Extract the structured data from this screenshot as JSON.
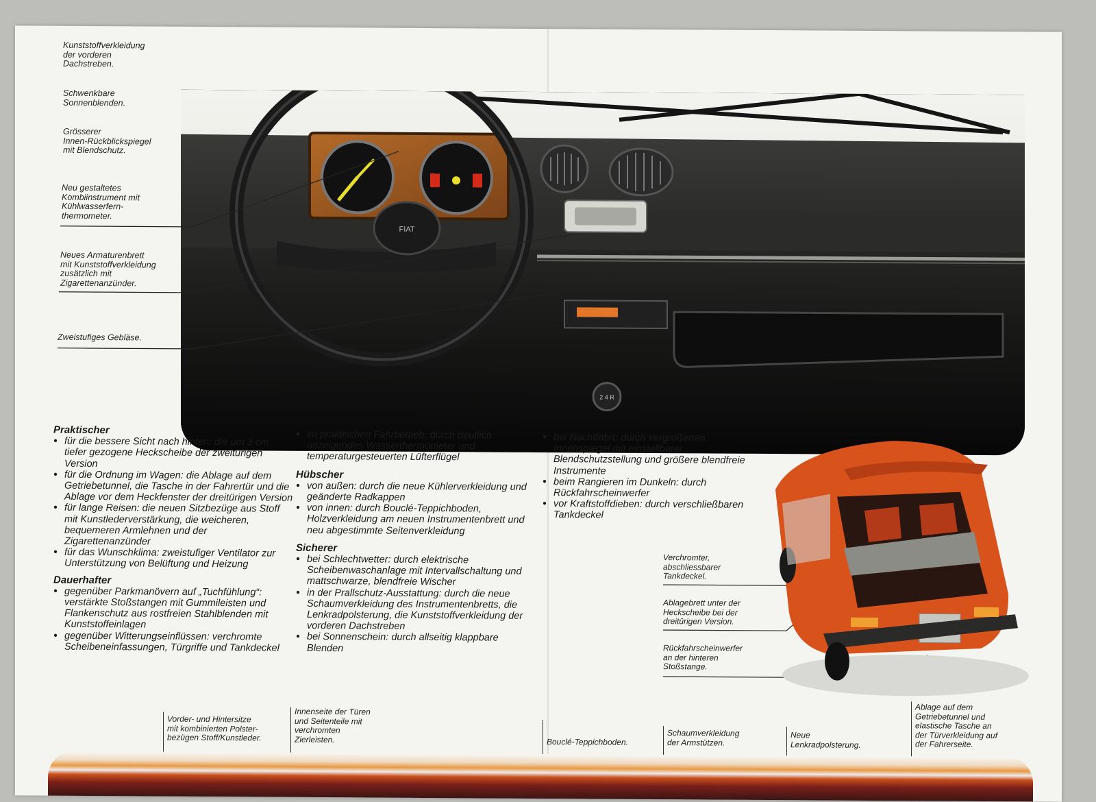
{
  "left_labels": [
    "Kunststoffverkleidung\nder vorderen\nDachstreben.",
    "Schwenkbare\nSonnenblenden.",
    "Grösserer\nInnen-Rückblickspiegel\nmit Blendschutz.",
    "Neu gestaltetes\nKombiinstrument mit\nKühlwasserfern-\nthermometer.",
    "Neues Armaturenbrett\nmit Kunststoffverkleidung\nzusätzlich mit\nZigarettenanzünder.",
    "Zweistufiges Gebläse."
  ],
  "steering_badge": "FIAT",
  "gear_knob": "2 4 R",
  "col1": {
    "heading1": "Praktischer",
    "items1": [
      "für die bessere Sicht nach hinten: die um 3 cm tiefer gezogene Heckscheibe der zweitürigen Version",
      "für die Ordnung im Wagen: die Ablage auf dem Getriebetunnel, die Tasche in der Fahrertür und die Ablage vor dem Heckfenster der dreitürigen Version",
      "für lange Reisen: die neuen Sitzbezüge aus Stoff mit Kunstlederverstärkung, die weicheren, bequemeren Armlehnen und der Zigarettenanzünder",
      "für das Wunschklima: zweistufiger Ventilator zur Unterstützung von Belüftung und Heizung"
    ],
    "heading2": "Dauerhafter",
    "items2": [
      "gegenüber Parkmanövern auf „Tuchfühlung“: verstärkte Stoßstangen mit Gummileisten und Flankenschutz aus rostfreien Stahlblenden mit Kunststoffeinlagen",
      "gegenüber Witterungseinflüssen: verchromte Scheibeneinfassungen, Türgriffe und Tankdeckel"
    ]
  },
  "col2": {
    "items0": [
      "im praktischen Fahrbetrieb: durch deutlich anzeigendes Wasserthermometer und temperaturgesteuerten Lüfterflügel"
    ],
    "heading1": "Hübscher",
    "items1": [
      "von außen: durch die neue Kühlerverkleidung und geänderte Radkappen",
      "von innen: durch Bouclé-Teppichboden, Holzverkleidung am neuen Instrumentenbrett und neu abgestimmte Seitenverkleidung"
    ],
    "heading2": "Sicherer",
    "items2": [
      "bei Schlechtwetter: durch elektrische Scheibenwaschanlage mit Intervallschaltung und mattschwarze, blendfreie Wischer",
      "in der Prallschutz-Ausstattung: durch die neue Schaumverkleidung des Instrumentenbretts, die Lenkradpolsterung, die Kunststoffverkleidung der vorderen Dachstreben",
      "bei Sonnenschein: durch allseitig klappbare Blenden"
    ]
  },
  "col3": {
    "items": [
      "bei Nachtfahrt: durch vergrößerten Innenspiegel mit einstellbarer Blendschutzstellung und größere blendfreie Instrumente",
      "beim Rangieren im Dunkeln: durch Rückfahrscheinwerfer",
      "vor Kraftstoffdieben: durch verschließbaren Tankdeckel"
    ]
  },
  "car_labels": [
    "Verchromter,\nabschliessbarer\nTankdeckel.",
    "Ablagebrett unter der\nHeckscheibe bei der\ndreitürigen Version.",
    "Rückfahrscheinwerfer\nan der hinteren\nStoßstange."
  ],
  "bottom_labels": [
    "Vorder- und Hintersitze\nmit kombinierten Polster-\nbezügen Stoff/Kunstleder.",
    "Innenseite der Türen\nund Seitenteile mit\nverchromten\nZierleisten.",
    "Bouclé-Teppichboden.",
    "Schaumverkleidung\nder Armstützen.",
    "Neue\nLenkradpolsterung.",
    "Ablage auf dem\nGetriebetunnel und\nelastische Tasche an\nder Türverkleidung auf\nder Fahrerseite."
  ],
  "colors": {
    "car_orange": "#d8521c",
    "wood": "#9a5a22",
    "paper": "#f4f4f1"
  }
}
